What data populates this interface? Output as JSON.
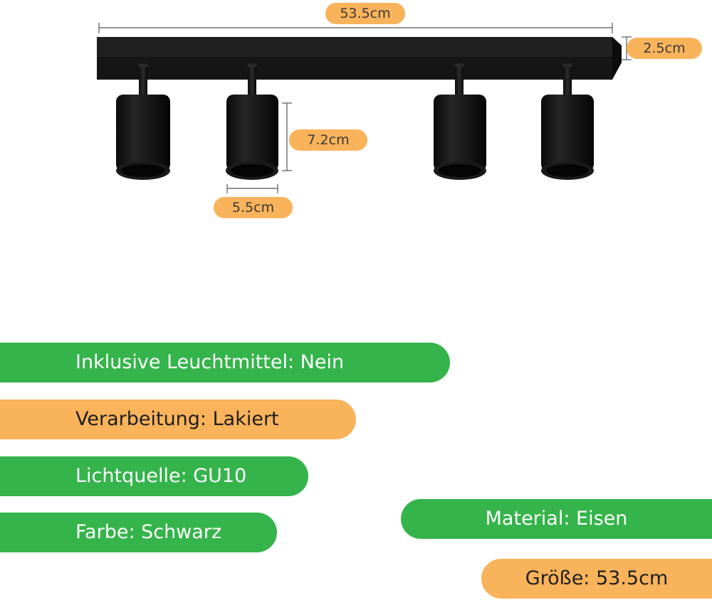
{
  "dimensions": {
    "length": "53.5cm",
    "height": "2.5cm",
    "spot_height": "7.2cm",
    "spot_diameter": "5.5cm"
  },
  "specs": {
    "leuchtmittel": "Inklusive Leuchtmittel: Nein",
    "verarbeitung": "Verarbeitung: Lakiert",
    "lichtquelle": "Lichtquelle: GU10",
    "farbe": "Farbe: Schwarz",
    "material": "Material: Eisen",
    "groesse": "Größe: 53.5cm"
  },
  "colors": {
    "green": "#34b44a",
    "orange": "#f9b35a",
    "fixture": "#141414"
  }
}
